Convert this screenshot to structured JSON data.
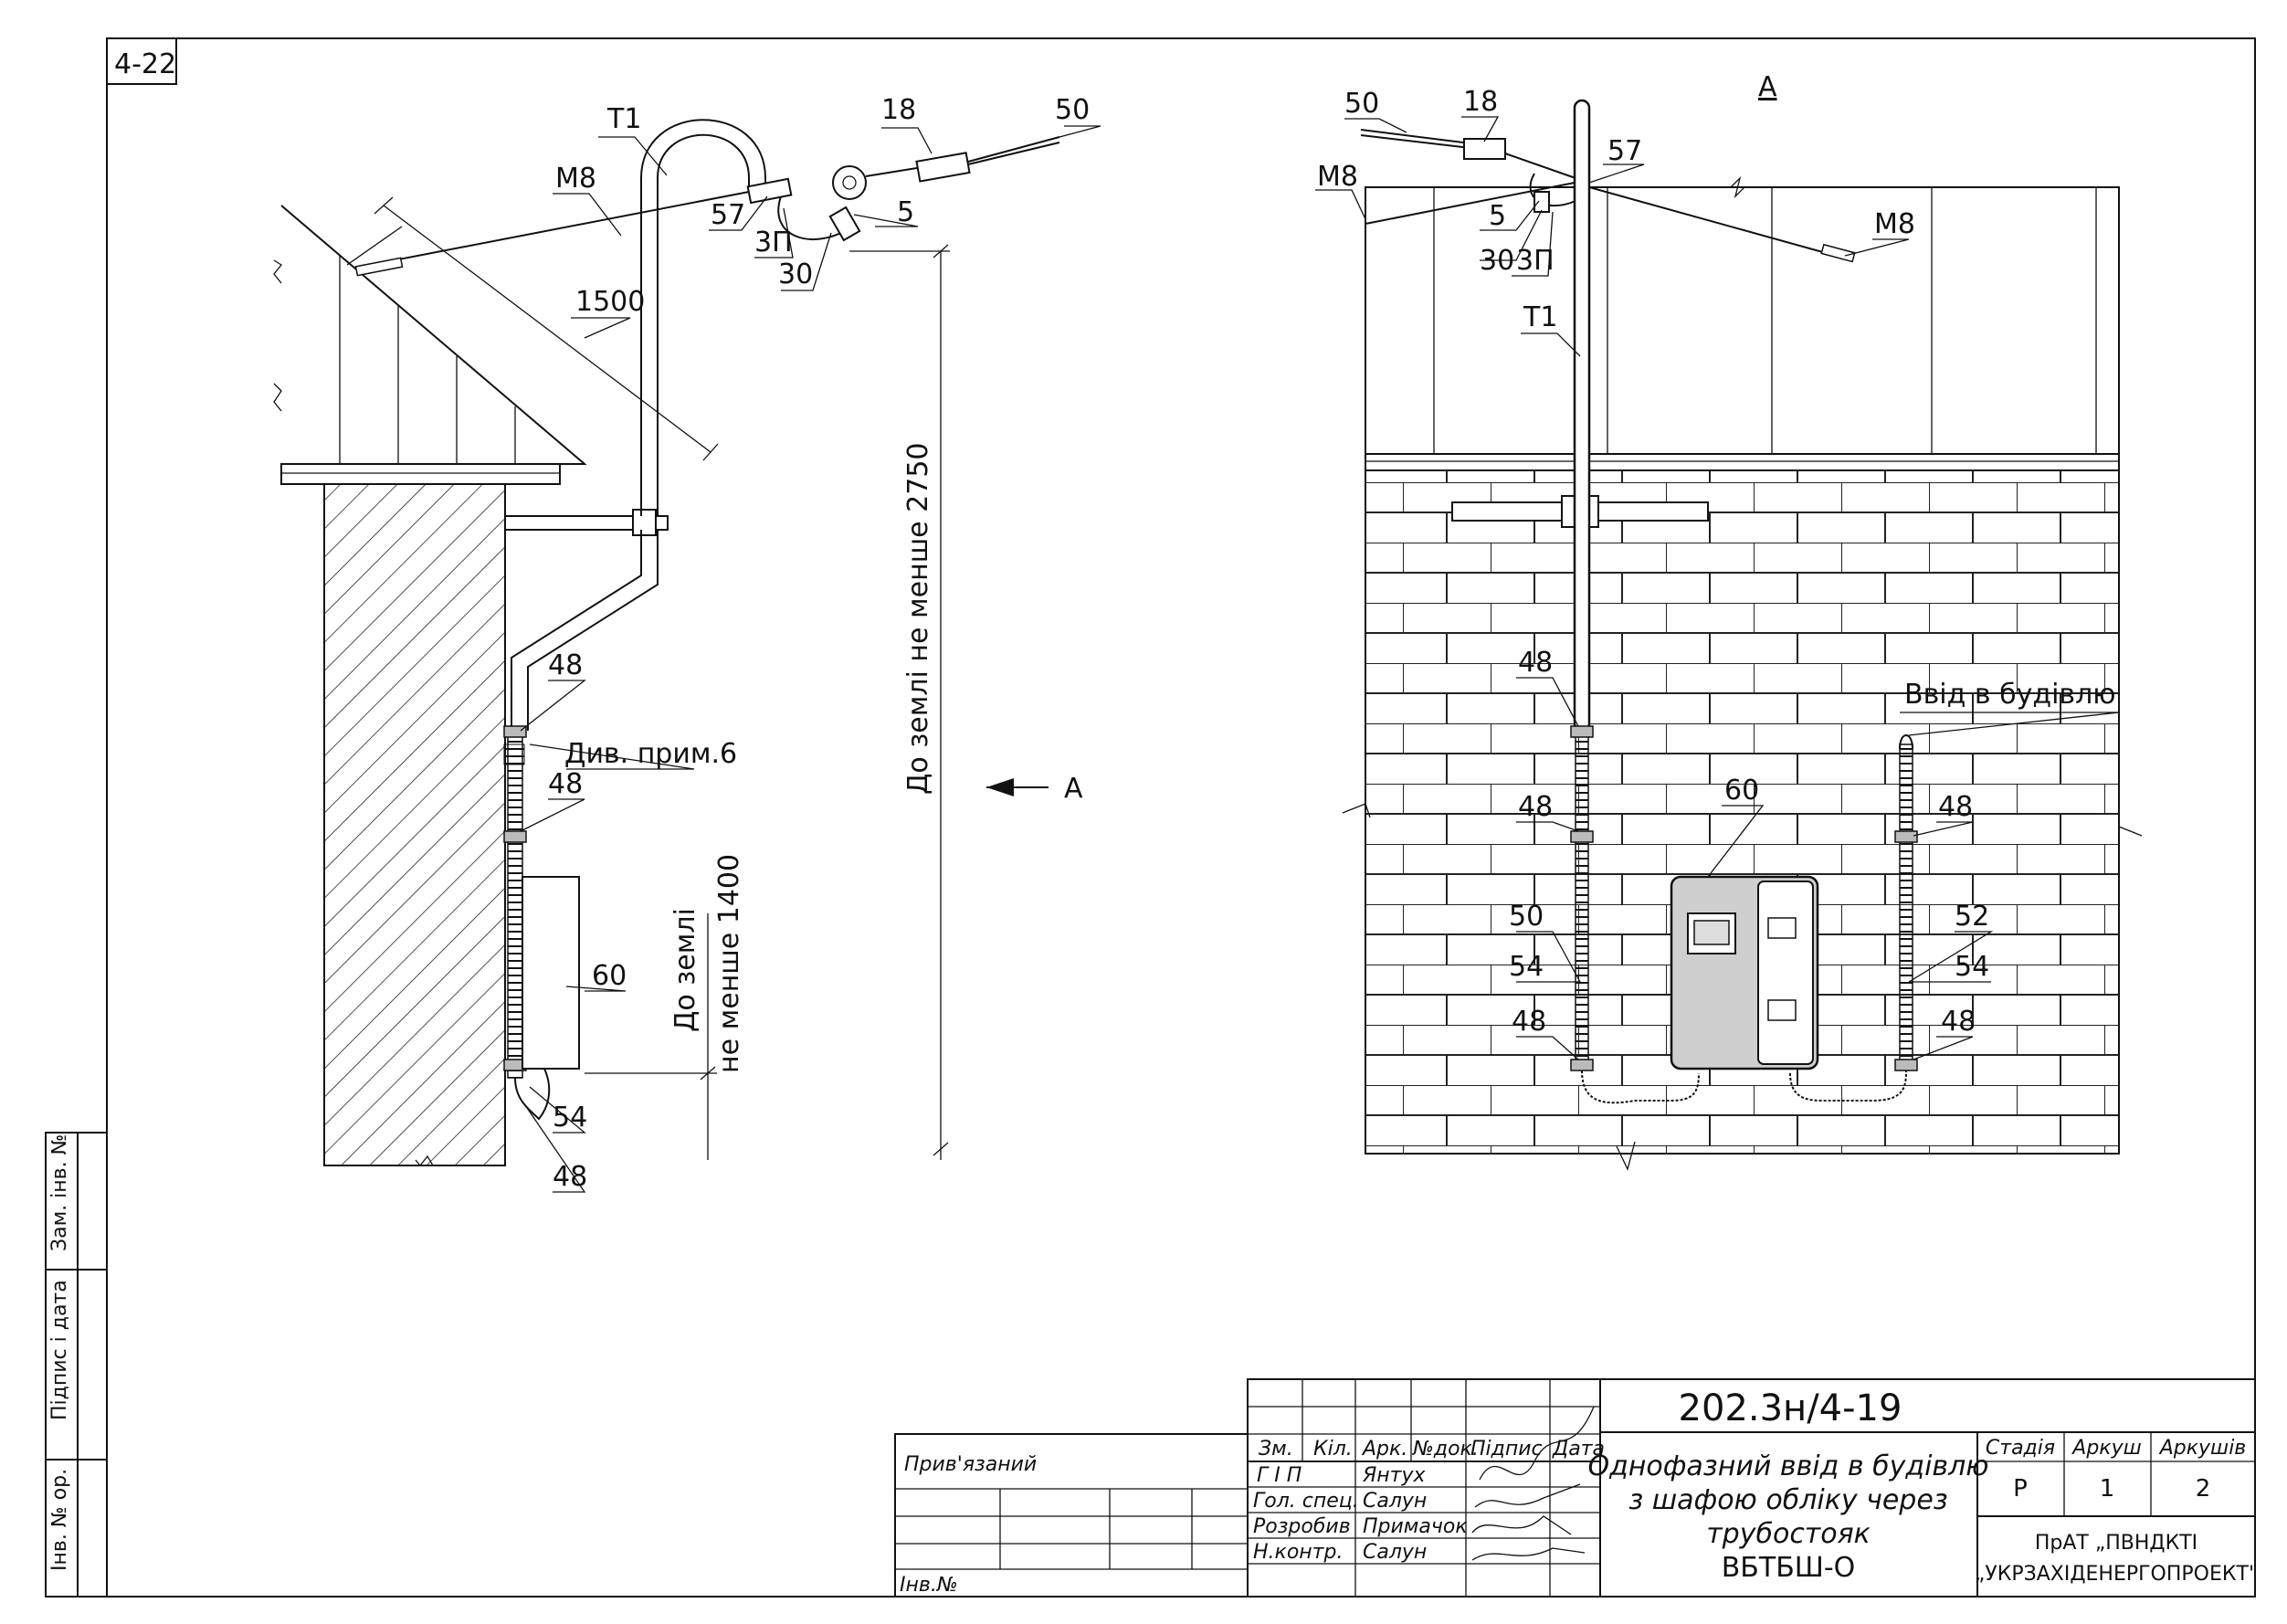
{
  "sheet": {
    "number": "4-22",
    "view_label": "A",
    "arrow_label": "A"
  },
  "left_view": {
    "labels": {
      "T1": "T1",
      "M8": "M8",
      "n18": "18",
      "n50": "50",
      "n57": "57",
      "n3P": "3П",
      "n5": "5",
      "n30": "30",
      "n1500": "1500",
      "n48_top": "48",
      "note": "Див. прим.6",
      "n48_mid": "48",
      "n60": "60",
      "n54": "54",
      "n48_bot": "48"
    },
    "dim_ground_main": "До землі не менше 2750",
    "dim_ground_box_1": "До землі",
    "dim_ground_box_2": "не менше 1400"
  },
  "right_view": {
    "labels": {
      "n50": "50",
      "n18": "18",
      "M8_left": "M8",
      "n57": "57",
      "M8_right": "M8",
      "n5": "5",
      "n30": "30",
      "n3P": "3П",
      "T1": "T1",
      "n48_a": "48",
      "entry": "Ввід в будівлю",
      "n60": "60",
      "n48_b": "48",
      "n48_c": "48",
      "n50_b": "50",
      "n54_l": "54",
      "n52": "52",
      "n54_r": "54",
      "n48_d": "48",
      "n48_e": "48"
    }
  },
  "side_stamp": {
    "cells": [
      "Зам. інв. №",
      "Підпис і дата",
      "Інв. № ор."
    ]
  },
  "title_block": {
    "code": "202.3н/4-19",
    "bound": "Прив'язаний",
    "inv_no": "Інв.№",
    "headers": [
      "Зм.",
      "Кіл.",
      "Арк.",
      "№док.",
      "Підпис",
      "Дата"
    ],
    "roles": [
      "Г І П",
      "Гол. спец.",
      "Розробив",
      "Н.контр."
    ],
    "names": [
      "Янтух",
      "Салун",
      "Примачок",
      "Салун"
    ],
    "title_lines": [
      "Однофазний ввід в будівлю",
      "з шафою обліку через",
      "трубостояк",
      "ВБТБШ-О"
    ],
    "stage_header": "Стадія",
    "sheet_header": "Аркуш",
    "sheets_header": "Аркушів",
    "stage": "Р",
    "sheet": "1",
    "sheets": "2",
    "org_1": "ПрАТ „ПВНДКТІ",
    "org_2": "„УКРЗАХІДЕНЕРГОПРОЕКТ\""
  }
}
